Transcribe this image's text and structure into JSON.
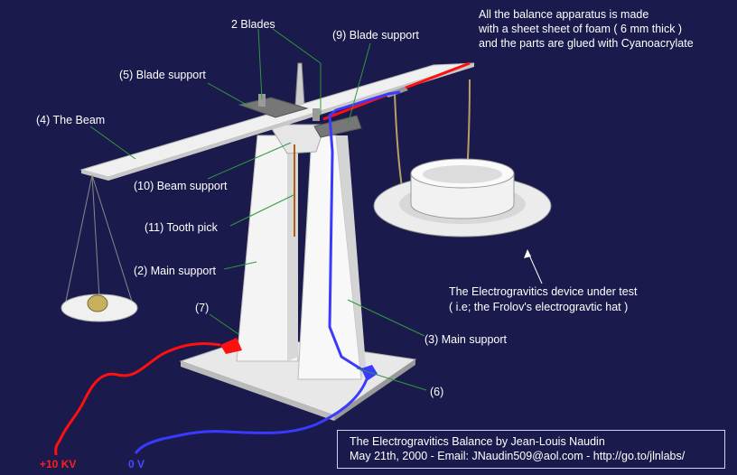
{
  "header_note": {
    "line1": "All the balance apparatus is made",
    "line2": "with a sheet sheet of foam ( 6 mm thick )",
    "line3": "and the parts are  glued with Cyanoacrylate"
  },
  "labels": {
    "blades": "2 Blades",
    "blade_support_9": "(9) Blade support",
    "blade_support_5": "(5) Blade support",
    "beam": "(4) The Beam",
    "beam_support": "(10) Beam support",
    "tooth_pick": "(11) Tooth pick",
    "main_support_2": "(2) Main support",
    "part_7": "(7)",
    "main_support_3": "(3) Main support",
    "part_6": "(6)",
    "device_line1": "The Electrogravitics device under test",
    "device_line2": "( i.e; the Frolov's electrogravtic hat )",
    "voltage_pos": "+10 KV",
    "voltage_zero": "0 V"
  },
  "credits": {
    "line1": "The Electrogravitics Balance by Jean-Louis Naudin",
    "line2": "May 21th, 2000 - Email: JNaudin509@aol.com - http://go.to/jlnlabs/"
  },
  "colors": {
    "background": "#1a1a4c",
    "wire_positive": "#ff1010",
    "wire_ground": "#3a3aff",
    "leader_line": "#2e9a3a",
    "foam": "#f2f2f2",
    "coins": "#c8b060"
  }
}
